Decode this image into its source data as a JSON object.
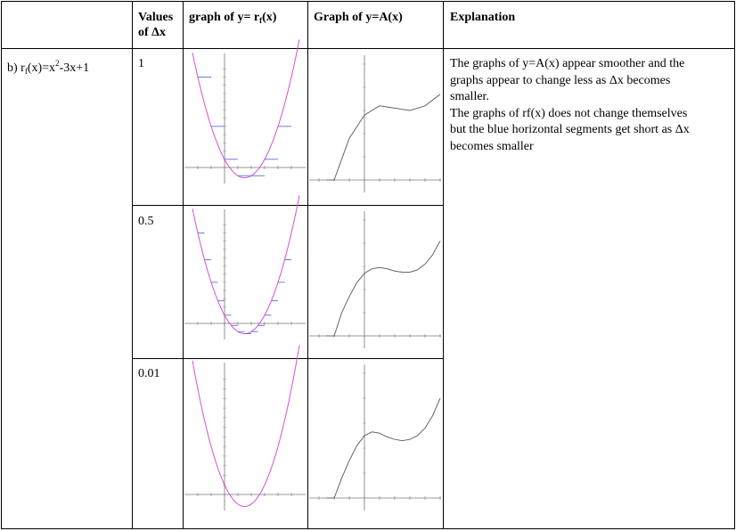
{
  "table": {
    "headers": {
      "blank": "",
      "values": [
        "Values",
        "of Δx"
      ],
      "graph_r": {
        "prefix": "graph of y= r",
        "sub": "f",
        "suffix": "(x)"
      },
      "graph_A": "Graph of y=A(x)",
      "explanation": "Explanation"
    },
    "row_label": {
      "prefix": "b) r",
      "sub": "f",
      "mid": "(x)=x",
      "sup": "2",
      "suffix": "-3x+1"
    },
    "dx_values": [
      "1",
      "0.5",
      "0.01"
    ],
    "explanation_lines": [
      "The graphs of y=A(x) appear smoother and the",
      "graphs appear to change less as Δx becomes",
      "smaller.",
      "The graphs of rf(x) does not change themselves",
      "but the blue horizontal segments get short as Δx",
      "becomes smaller"
    ]
  },
  "charts": [
    {
      "id": "r_dx_1",
      "function": "x^2-3x+1",
      "curve_color": "#d54fd6",
      "segment_color": "#5a6fe0",
      "dx": 1
    },
    {
      "id": "r_dx_0.5",
      "function": "x^2-3x+1",
      "curve_color": "#d54fd6",
      "segment_color": "#5a6fe0",
      "dx": 0.5
    },
    {
      "id": "r_dx_0.01",
      "function": "x^2-3x+1",
      "curve_color": "#d54fd6",
      "segment_color": "#5a6fe0",
      "dx": 0.01
    },
    {
      "id": "A_dx_1",
      "curve_color": "#666666"
    },
    {
      "id": "A_dx_0.5",
      "curve_color": "#666666"
    },
    {
      "id": "A_dx_0.01",
      "curve_color": "#666666"
    }
  ]
}
